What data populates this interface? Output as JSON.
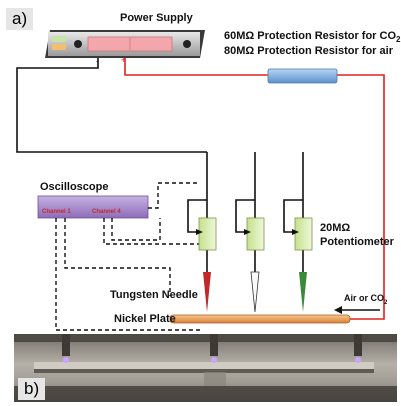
{
  "panels": {
    "a": "a)",
    "b": "b)"
  },
  "labels": {
    "power_supply": "Power Supply",
    "resistor_co2": "60MΩ Protection Resistor for CO",
    "resistor_co2_sub": "2",
    "resistor_air": "80MΩ Protection Resistor for air",
    "oscilloscope": "Oscilloscope",
    "channel1": "Channel 1",
    "channel4": "Channel 4",
    "pot_line1": "20MΩ",
    "pot_line2": "Potentiometer",
    "tungsten": "Tungsten Needle",
    "nickel": "Nickel Plate",
    "gas_flow": "Air or CO",
    "gas_flow_sub": "2",
    "minus": "-",
    "plus": "+"
  },
  "colors": {
    "wire_black": "#111111",
    "wire_red": "#e02020",
    "power_pink": "#f4a6ad",
    "resistor_blue": "#7fb3e6",
    "scope_purple": "#a98ccc",
    "pot_green": "#d8ecb0",
    "needle_red": "#c0282a",
    "needle_green": "#3a8a3a",
    "plate_orange": "#f0a860"
  },
  "icons": [
    "power-supply-icon",
    "resistor-icon",
    "oscilloscope-icon",
    "potentiometer-icon",
    "needle-icon",
    "nickel-plate-icon",
    "arrow-icon"
  ]
}
